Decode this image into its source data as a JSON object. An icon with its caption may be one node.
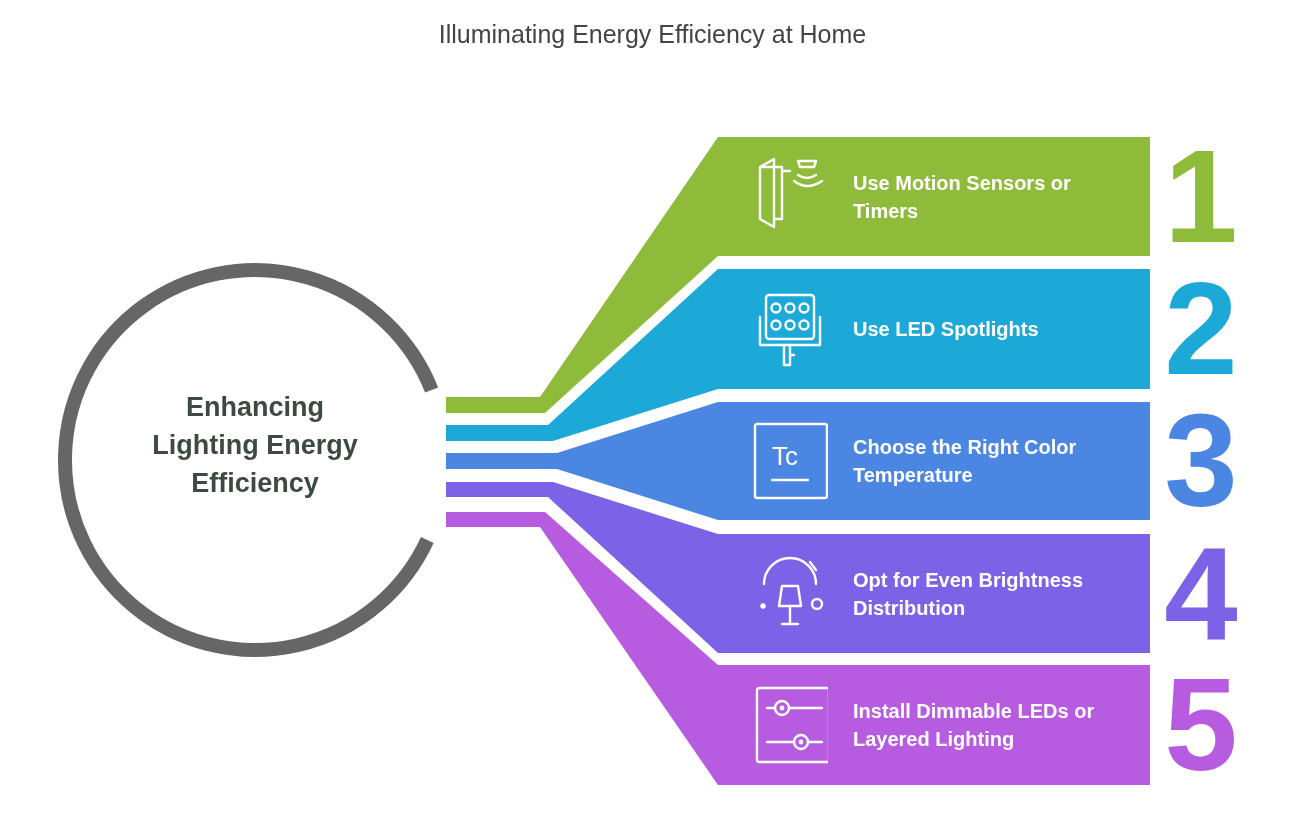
{
  "diagram": {
    "title": "Illuminating Energy Efficiency at Home",
    "nodes": [
      {
        "text": [
          "Enhancing Lighting Energy Efficiency"
        ]
      },
      {
        "text": [
          "Use Motion Sensors or Timers",
          "1"
        ]
      },
      {
        "text": [
          "Use LED Spotlights",
          "2"
        ]
      },
      {
        "text": [
          "Choose the Right Color Temperature",
          "3"
        ]
      },
      {
        "text": [
          "Opt for Even Brightness Distribution",
          "4"
        ]
      },
      {
        "text": [
          "Install Dimmable LEDs or Layered Lighting",
          "5"
        ]
      }
    ],
    "labels": [
      "Tc"
    ]
  }
}
